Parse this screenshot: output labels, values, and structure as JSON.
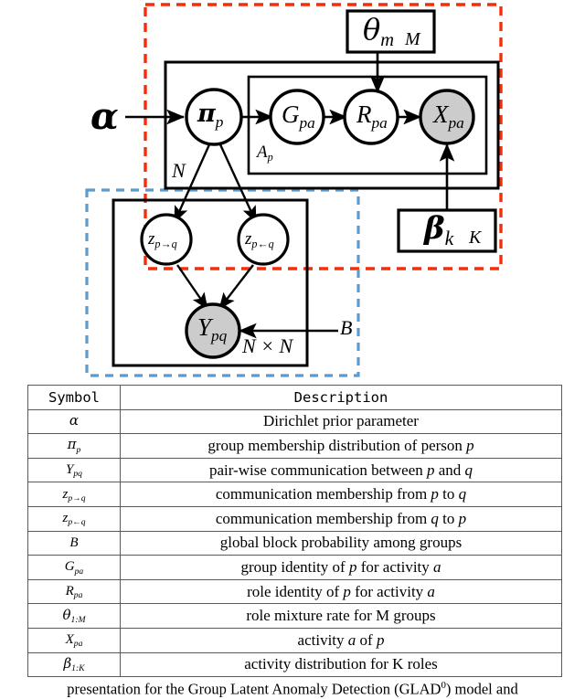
{
  "figure": {
    "title": "GLAD graphical model plate diagram",
    "colors": {
      "red_dashed": "#f42d0a",
      "blue_dashed": "#5b9bd5",
      "observed_node_fill": "#cccccc",
      "node_stroke": "#000000",
      "plate_stroke": "#000000",
      "table_rule": "#5a5a5a"
    },
    "nodes": [
      {
        "id": "alpha",
        "label": "α",
        "type": "bare-parameter",
        "shaded": false
      },
      {
        "id": "pi_p",
        "label": "π",
        "sub": "p",
        "type": "latent-circle",
        "shaded": false
      },
      {
        "id": "G_pa",
        "label": "G",
        "sub": "pa",
        "type": "latent-circle",
        "shaded": false
      },
      {
        "id": "R_pa",
        "label": "R",
        "sub": "pa",
        "type": "latent-circle",
        "shaded": false
      },
      {
        "id": "X_pa",
        "label": "X",
        "sub": "pa",
        "type": "observed-circle",
        "shaded": true
      },
      {
        "id": "z_pq_to",
        "label": "z",
        "sub": "p→q",
        "type": "latent-circle",
        "shaded": false
      },
      {
        "id": "z_pq_from",
        "label": "z",
        "sub": "p←q",
        "type": "latent-circle",
        "shaded": false
      },
      {
        "id": "Y_pq",
        "label": "Y",
        "sub": "pq",
        "type": "observed-circle",
        "shaded": true
      },
      {
        "id": "theta_m",
        "label": "θ",
        "sub": "m",
        "type": "box-node",
        "plate_count": "M"
      },
      {
        "id": "beta_k",
        "label": "β",
        "sub": "k",
        "type": "box-node",
        "plate_count": "K"
      },
      {
        "id": "B",
        "label": "B",
        "type": "bare-parameter",
        "shaded": false
      }
    ],
    "plates": [
      {
        "id": "plate-N",
        "count_label": "N",
        "style": "solid"
      },
      {
        "id": "plate-Ap",
        "count_label": "A",
        "count_sub": "p",
        "style": "solid"
      },
      {
        "id": "plate-NxN",
        "count_label": "N × N",
        "style": "solid"
      },
      {
        "id": "plate-red",
        "count_label": "",
        "style": "dashed-red"
      },
      {
        "id": "plate-blue",
        "count_label": "",
        "style": "dashed-blue"
      }
    ],
    "edges": [
      {
        "from": "alpha",
        "to": "pi_p"
      },
      {
        "from": "pi_p",
        "to": "G_pa"
      },
      {
        "from": "G_pa",
        "to": "R_pa"
      },
      {
        "from": "R_pa",
        "to": "X_pa"
      },
      {
        "from": "theta_m",
        "to": "R_pa"
      },
      {
        "from": "beta_k",
        "to": "X_pa"
      },
      {
        "from": "pi_p",
        "to": "z_pq_to"
      },
      {
        "from": "pi_p",
        "to": "z_pq_from"
      },
      {
        "from": "z_pq_to",
        "to": "Y_pq"
      },
      {
        "from": "z_pq_from",
        "to": "Y_pq"
      },
      {
        "from": "B",
        "to": "Y_pq"
      }
    ]
  },
  "table": {
    "headers": {
      "symbol": "Symbol",
      "description": "Description"
    },
    "rows": [
      {
        "symbol_main": "α",
        "symbol_sub": "",
        "desc_html": "Dirichlet prior parameter",
        "desc_text": "Dirichlet prior parameter"
      },
      {
        "symbol_main": "π",
        "symbol_sub": "p",
        "desc_html": "group membership distribution of person <i>p</i>",
        "desc_text": "group membership distribution of person p"
      },
      {
        "symbol_main": "Y",
        "symbol_sub": "pq",
        "desc_html": "pair-wise communication between <i>p</i> and <i>q</i>",
        "desc_text": "pair-wise communication between p and q"
      },
      {
        "symbol_main": "z",
        "symbol_sub": "p→q",
        "desc_html": "communication membership from <i>p</i> to <i>q</i>",
        "desc_text": "communication membership from p to q"
      },
      {
        "symbol_main": "z",
        "symbol_sub": "p←q",
        "desc_html": "communication membership from <i>q</i> to <i>p</i>",
        "desc_text": "communication membership from q to p"
      },
      {
        "symbol_main": "B",
        "symbol_sub": "",
        "desc_html": "global block probability among groups",
        "desc_text": "global block probability among groups"
      },
      {
        "symbol_main": "G",
        "symbol_sub": "pa",
        "desc_html": "group identity of <i>p</i> for activity <i>a</i>",
        "desc_text": "group identity of p for activity a"
      },
      {
        "symbol_main": "R",
        "symbol_sub": "pa",
        "desc_html": "role identity of <i>p</i> for activity <i>a</i>",
        "desc_text": "role identity of p for activity a"
      },
      {
        "symbol_main": "θ",
        "symbol_sub": "1:M",
        "desc_html": "role mixture rate for M groups",
        "desc_text": "role mixture rate for M groups"
      },
      {
        "symbol_main": "X",
        "symbol_sub": "pa",
        "desc_html": "activity <i>a</i> of <i>p</i>",
        "desc_text": "activity a of p"
      },
      {
        "symbol_main": "β",
        "symbol_sub": "1:K",
        "desc_html": "activity distribution for K roles",
        "desc_text": "activity distribution for K roles"
      }
    ]
  },
  "caption": {
    "prefix": "presentation for the Group Latent Anomaly Detection (GLAD",
    "superscript": "0",
    "suffix": ") model and"
  }
}
